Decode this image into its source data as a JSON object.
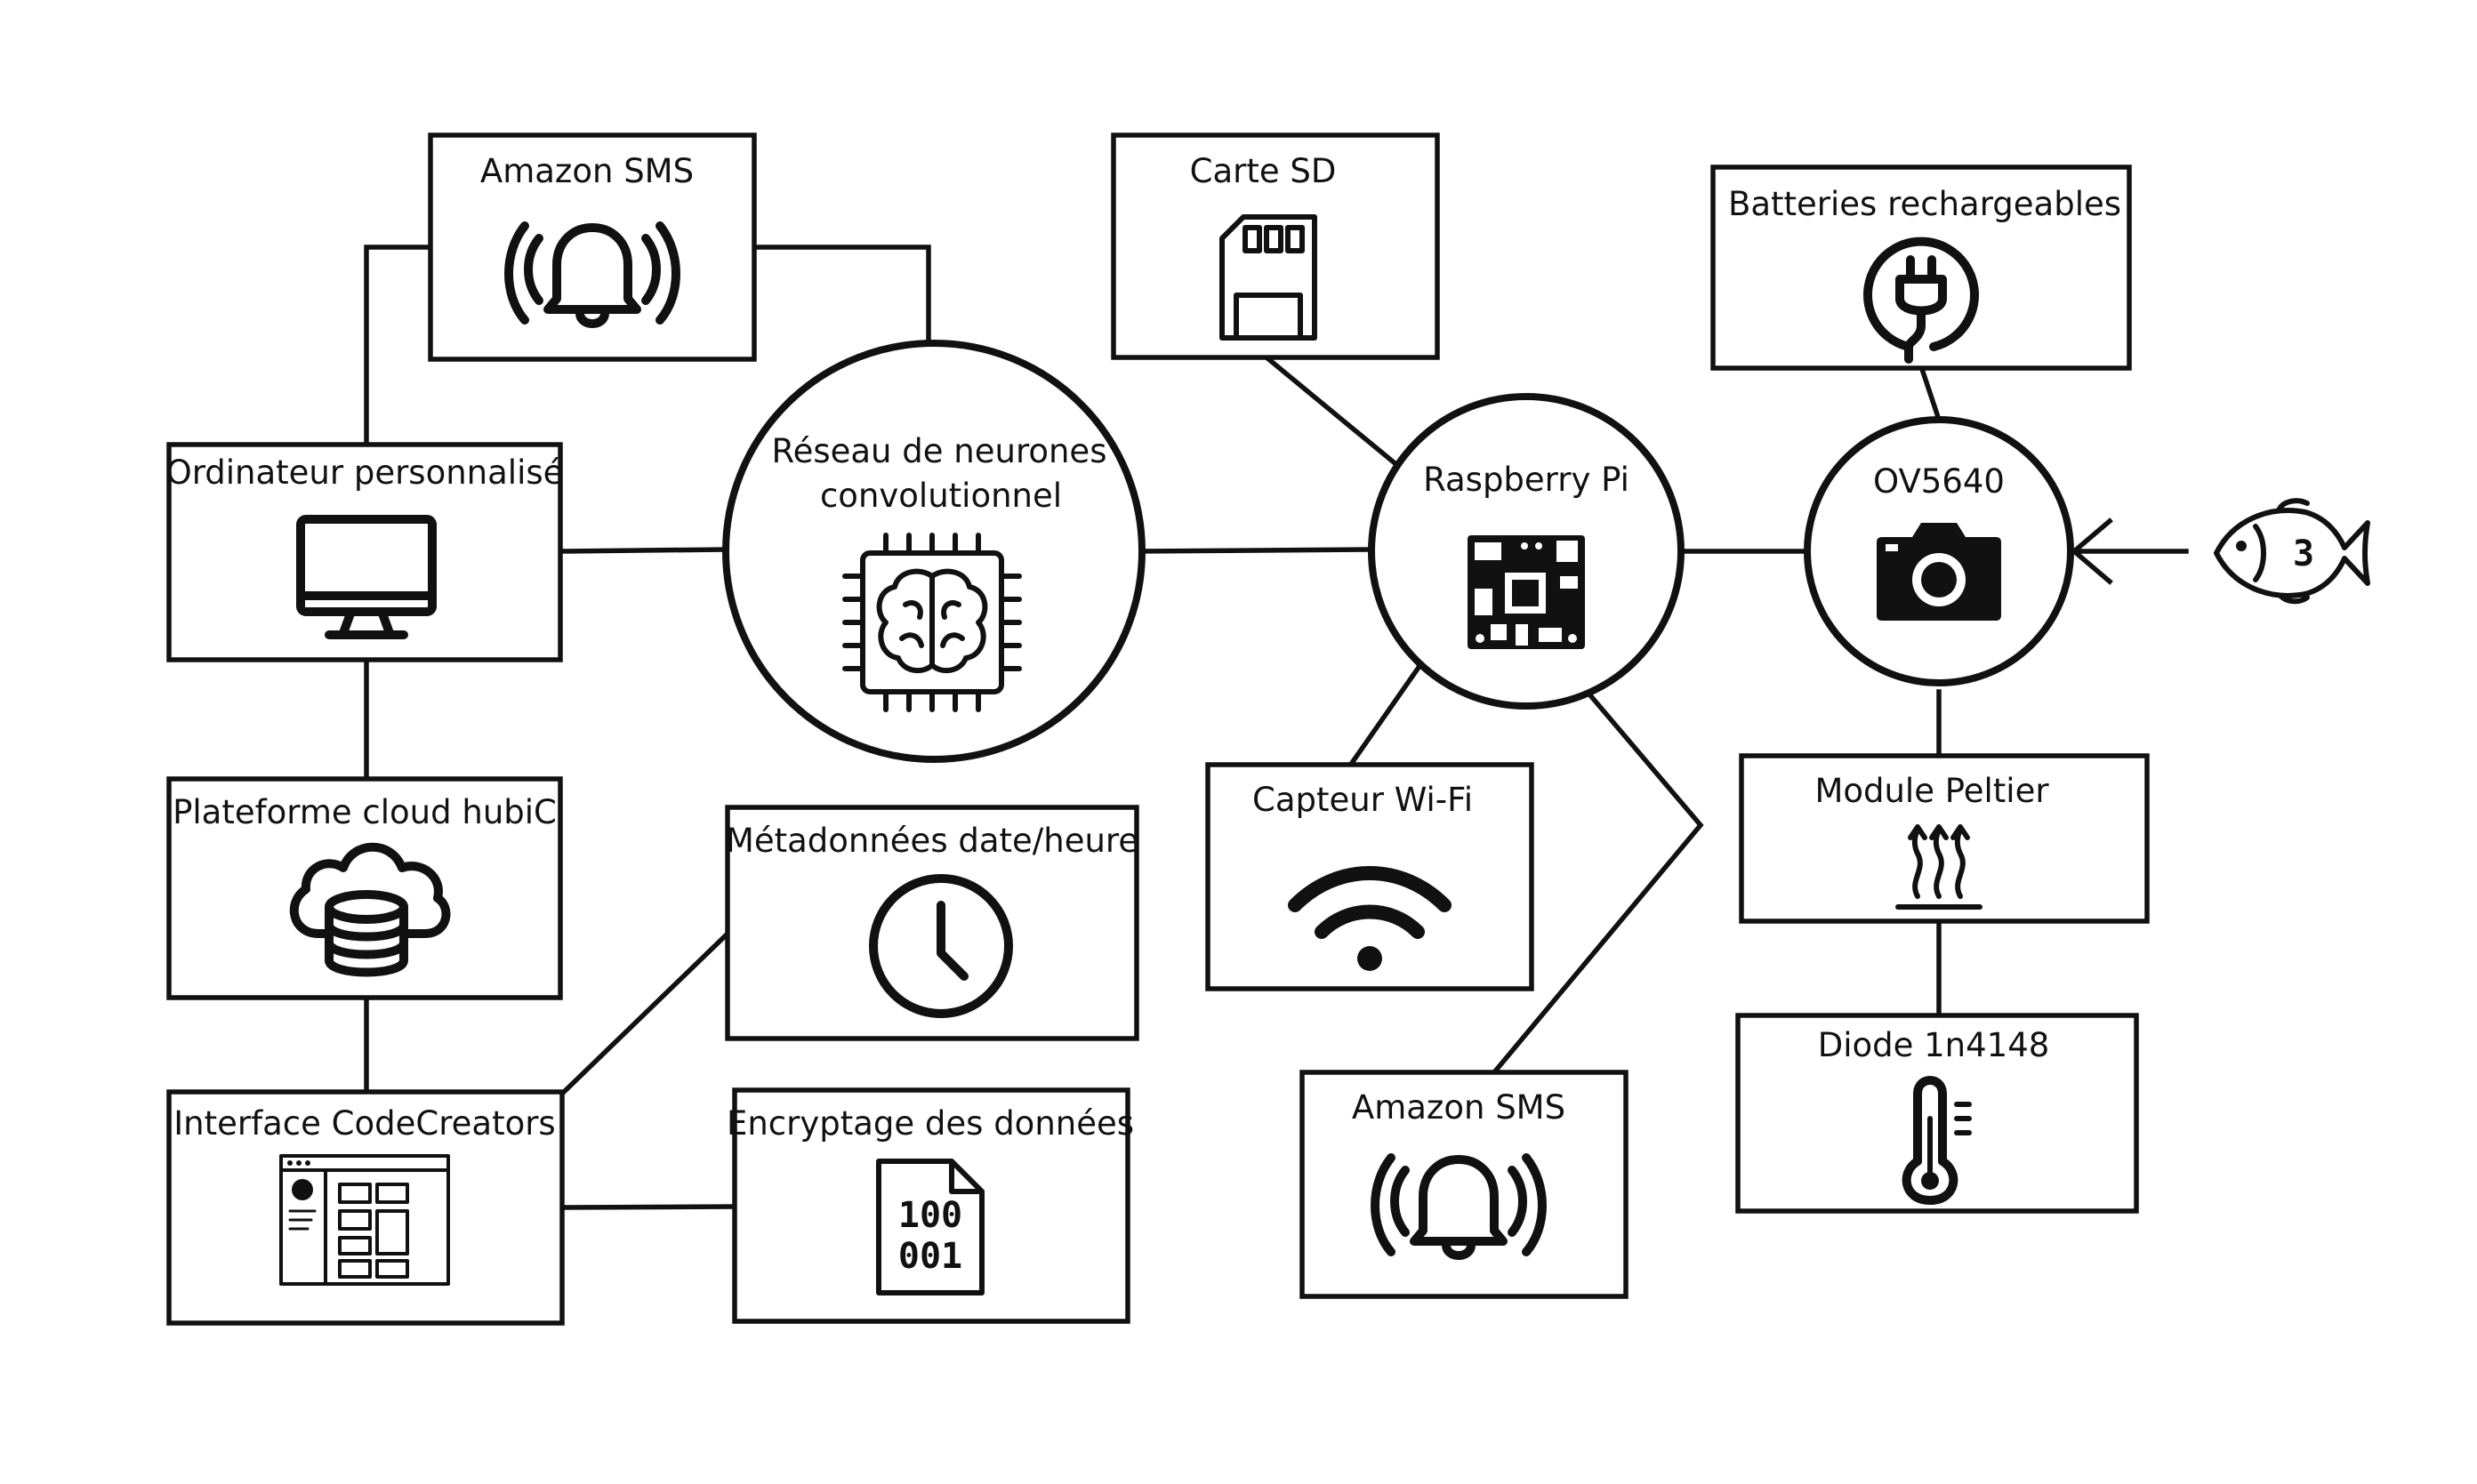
{
  "nodes": {
    "amazon_sms_top": "Amazon SMS",
    "carte_sd": "Carte SD",
    "batteries": "Batteries rechargeables",
    "ordinateur": "Ordinateur personnalisé",
    "cnn_line1": "Réseau de neurones",
    "cnn_line2": "convolutionnel",
    "raspberry": "Raspberry Pi",
    "ov5640": "OV5640",
    "cloud": "Plateforme cloud hubiC",
    "metadonnees": "Métadonnées date/heure",
    "wifi": "Capteur Wi-Fi",
    "peltier": "Module Peltier",
    "interface": "Interface CodeCreators",
    "encryptage": "Encryptage des données",
    "amazon_sms_bottom": "Amazon SMS",
    "diode": "Diode 1n4148"
  },
  "icons": {
    "amazon_sms_top": "bell-ringing-icon",
    "carte_sd": "sd-card-icon",
    "batteries": "power-plug-icon",
    "ordinateur": "monitor-icon",
    "cnn": "brain-chip-icon",
    "raspberry": "circuit-board-icon",
    "ov5640": "camera-icon",
    "fish": "fish-icon",
    "cloud": "cloud-database-icon",
    "metadonnees": "clock-icon",
    "wifi": "wifi-icon",
    "peltier": "heat-waves-icon",
    "interface": "app-window-icon",
    "encryptage": "binary-file-icon",
    "amazon_sms_bottom": "bell-ringing-icon",
    "diode": "thermometer-icon"
  },
  "icon_text": {
    "fish_digit": "3",
    "binary_row1": "100",
    "binary_row2": "001"
  }
}
